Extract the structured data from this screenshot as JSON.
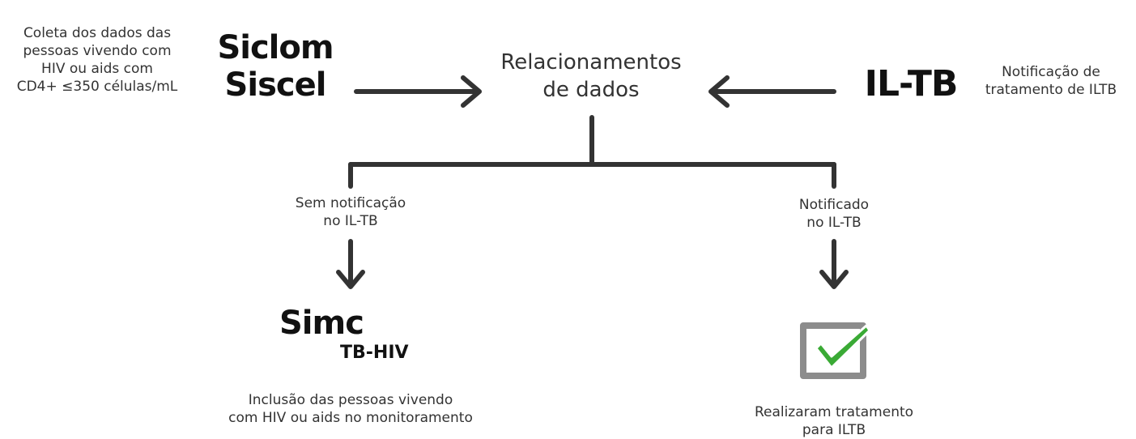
{
  "left_source": {
    "note": [
      "Coleta dos dados das",
      "pessoas vivendo com",
      "HIV ou aids com",
      "CD4+ ≤350 células/mL"
    ],
    "brand_line1": "Siclom",
    "brand_line2": "Siscel"
  },
  "center": {
    "title": [
      "Relacionamentos",
      "de dados"
    ]
  },
  "right_source": {
    "brand": "IL-TB",
    "note": [
      "Notificação de",
      "tratamento de ILTB"
    ]
  },
  "left_branch": {
    "label": [
      "Sem notificação",
      "no IL-TB"
    ],
    "brand_main": "Simc",
    "brand_sub": "TB-HIV",
    "caption": [
      "Inclusão das pessoas vivendo",
      "com HIV ou aids no monitoramento"
    ]
  },
  "right_branch": {
    "label": [
      "Notificado",
      "no IL-TB"
    ],
    "icon": "checkbox-checked-icon",
    "caption": [
      "Realizaram tratamento",
      "para ILTB"
    ]
  },
  "colors": {
    "line": "#333333",
    "check": "#3aaa35",
    "box": "#8c8c8c"
  }
}
